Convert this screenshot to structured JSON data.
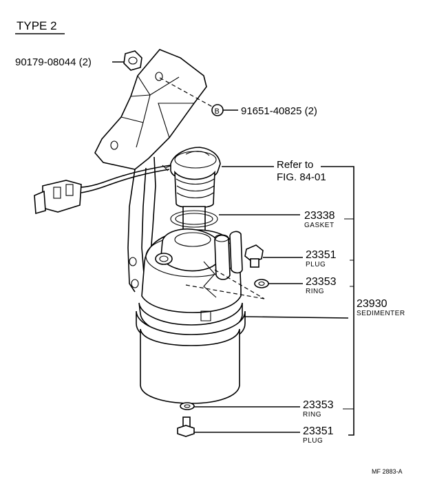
{
  "title": "TYPE 2",
  "figure_code": "MF 2883-A",
  "callouts": {
    "nut": "90179-08044 (2)",
    "bolt": "91651-40825 (2)",
    "bolt_symbol": "B",
    "refer_line1": "Refer to",
    "refer_line2": "FIG. 84-01",
    "gasket_no": "23338",
    "gasket_name": "GASKET",
    "plug_upper_no": "23351",
    "plug_upper_name": "PLUG",
    "ring_upper_no": "23353",
    "ring_upper_name": "RING",
    "sedimenter_no": "23930",
    "sedimenter_name": "SEDIMENTER",
    "ring_lower_no": "23353",
    "ring_lower_name": "RING",
    "plug_lower_no": "23351",
    "plug_lower_name": "PLUG"
  }
}
